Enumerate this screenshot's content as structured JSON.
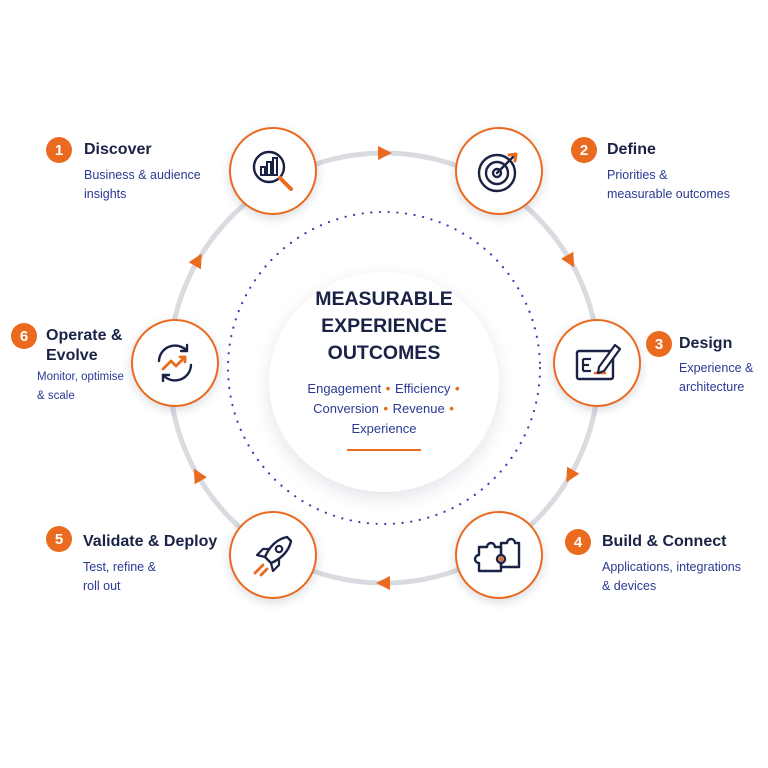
{
  "center": {
    "title_lines": [
      "MEASURABLE",
      "EXPERIENCE",
      "OUTCOMES"
    ],
    "metrics": [
      "Engagement",
      "Efficiency",
      "Conversion",
      "Revenue",
      "Experience"
    ]
  },
  "steps": [
    {
      "number": "1",
      "title": "Discover",
      "description": [
        "Business & audience",
        "insights"
      ],
      "icon": "magnifier-chart-icon"
    },
    {
      "number": "2",
      "title": "Define",
      "description": [
        "Priorities &",
        "measurable outcomes"
      ],
      "icon": "target-icon"
    },
    {
      "number": "3",
      "title": "Design",
      "description": [
        "Experience &",
        "architecture"
      ],
      "icon": "wireframe-pencil-icon"
    },
    {
      "number": "4",
      "title": "Build & Connect",
      "description": [
        "Applications, integrations",
        "& devices"
      ],
      "icon": "puzzle-icon"
    },
    {
      "number": "5",
      "title": "Validate & Deploy",
      "description": [
        "Test, refine &",
        "roll out"
      ],
      "icon": "rocket-icon"
    },
    {
      "number": "6",
      "title": "Operate &",
      "title_line2": "Evolve",
      "description": [
        "Monitor, optimise",
        "& scale"
      ],
      "icon": "cycle-growth-icon"
    }
  ],
  "colors": {
    "accent": "#ea6a1f",
    "navy": "#1a2246",
    "blue": "#2b3a93",
    "ring": "#d9dbe1"
  }
}
